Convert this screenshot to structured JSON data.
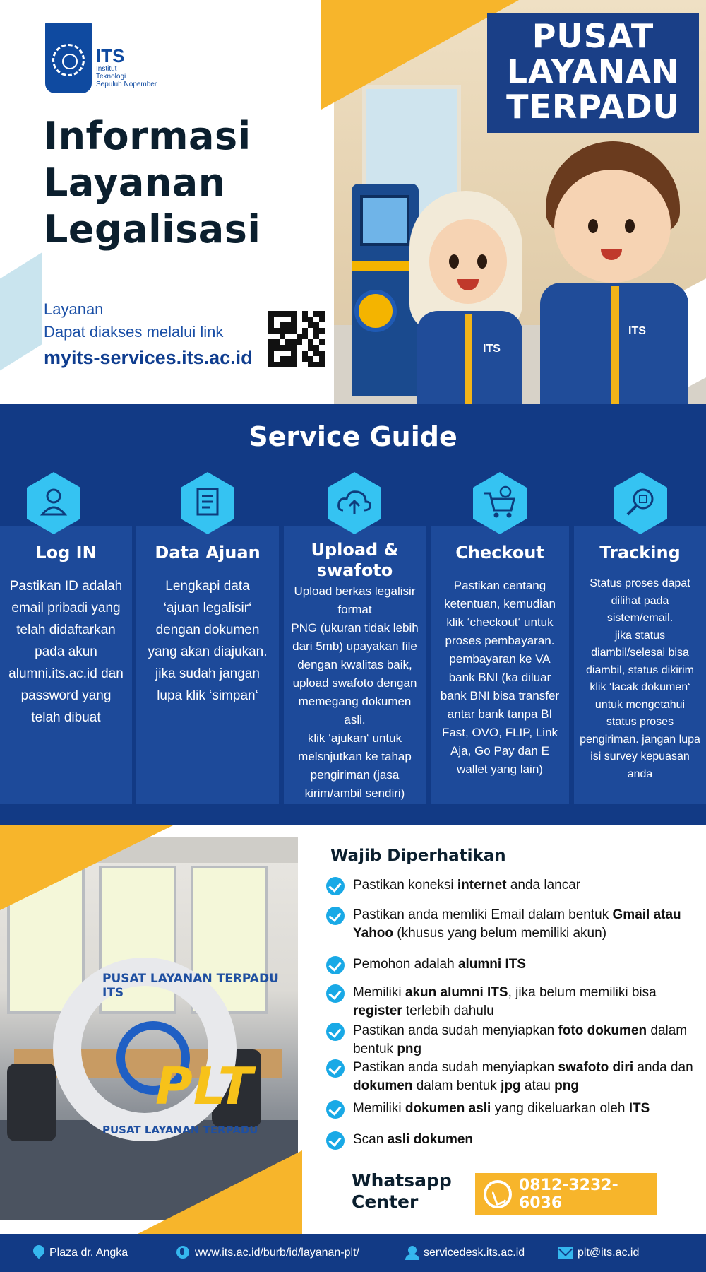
{
  "header": {
    "logo": {
      "brand": "ITS",
      "sub_lines": [
        "Institut",
        "Teknologi",
        "Sepuluh Nopember"
      ]
    },
    "title_lines": [
      "Informasi",
      "Layanan",
      "Legalisasi"
    ],
    "access": {
      "line1": "Layanan",
      "line2": "Dapat diakses melalui link",
      "link": "myits-services.its.ac.id"
    },
    "badge_lines": [
      "PUSAT",
      "LAYANAN",
      "TERPADU"
    ],
    "hero_tags": [
      "ITS",
      "ITS"
    ]
  },
  "guide": {
    "title": "Service Guide",
    "steps": [
      {
        "icon": "user-icon",
        "title": "Log IN",
        "desc": [
          "Pastikan ID adalah",
          "email pribadi yang",
          "telah didaftarkan",
          "pada akun",
          "alumni.its.ac.id dan",
          "password yang",
          "telah dibuat"
        ]
      },
      {
        "icon": "document-icon",
        "title": "Data Ajuan",
        "desc": [
          "Lengkapi data",
          "‘ajuan legalisir‘",
          "dengan dokumen",
          "yang akan diajukan.",
          "jika sudah jangan",
          "lupa klik ‘simpan‘"
        ]
      },
      {
        "icon": "cloud-upload-icon",
        "title_lines": [
          "Upload &",
          "swafoto"
        ],
        "desc": [
          "Upload berkas legalisir",
          "format",
          "PNG (ukuran tidak lebih",
          "dari 5mb) upayakan file",
          "dengan kwalitas baik,",
          "upload swafoto dengan",
          "memegang dokumen",
          "asli.",
          "klik ‘ajukan‘ untuk",
          "melsnjutkan ke tahap",
          "pengiriman (jasa",
          "kirim/ambil sendiri)"
        ]
      },
      {
        "icon": "cart-icon",
        "title": "Checkout",
        "desc": [
          "Pastikan centang",
          "ketentuan, kemudian",
          "klik ‘checkout‘ untuk",
          "proses pembayaran.",
          "pembayaran ke VA",
          "bank BNI (ka diluar",
          "bank BNI bisa transfer",
          "antar bank tanpa BI",
          "Fast, OVO, FLIP, Link",
          "Aja, Go Pay dan E",
          "wallet yang lain)"
        ]
      },
      {
        "icon": "magnifier-icon",
        "title": "Tracking",
        "desc": [
          "Status proses dapat",
          "dilihat pada",
          "sistem/email.",
          "jika status",
          "diambil/selesai  bisa",
          "diambil, status dikirim",
          "klik ‘lacak dokumen‘",
          "untuk mengetahui",
          "status proses",
          "pengiriman. jangan lupa",
          "isi survey kepuasan",
          "anda"
        ]
      }
    ]
  },
  "notice": {
    "title": "Wajib Diperhatikan",
    "items": [
      "Pastikan koneksi <b>internet</b> anda lancar",
      "Pastikan anda memliki Email dalam bentuk <b>Gmail atau Yahoo</b> (khusus yang belum memiliki akun)",
      "Pemohon adalah <b>alumni ITS</b>",
      "Memiliki <b>akun alumni ITS</b>, jika belum memiliki bisa <b>register</b> terlebih dahulu",
      "Pastikan anda sudah menyiapkan <b>foto dokumen</b> dalam bentuk <b>png</b>",
      "Pastikan anda sudah menyiapkan <b>swafoto diri</b> anda dan <b>dokumen</b> dalam bentuk <b>jpg</b> atau <b>png</b>",
      "Memiliki <b>dokumen asli</b> yang dikeluarkan oleh <b>ITS</b>",
      "Scan <b>asli dokumen</b>"
    ],
    "plt_logo": {
      "ring_top": "PUSAT LAYANAN TERPADU ITS",
      "ring_bottom": "PUSAT LAYANAN TERPADU",
      "text": "PLT"
    }
  },
  "whatsapp": {
    "label_lines": [
      "Whatsapp",
      "Center"
    ],
    "number": "0812-3232-6036"
  },
  "footer": {
    "address": "Plaza dr. Angka",
    "website": "www.its.ac.id/burb/id/layanan-plt/",
    "servicedesk": "servicedesk.its.ac.id",
    "email": "plt@its.ac.id"
  },
  "colors": {
    "navy": "#123a85",
    "card": "#1d4a9a",
    "accent_yellow": "#f7b52b",
    "cyan": "#19a9e6",
    "link_blue": "#1a4fa6"
  }
}
